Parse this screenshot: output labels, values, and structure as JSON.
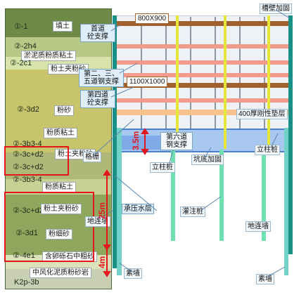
{
  "soil_layers": [
    {
      "code": "①-1",
      "name": "填土"
    },
    {
      "code": "②-2h4",
      "name": ""
    },
    {
      "code": "",
      "name": "淤泥质粉质粘土"
    },
    {
      "code": "②-2c1",
      "name": "粉土夹粉砂"
    },
    {
      "code": "②-3d2",
      "name": "粉砂"
    },
    {
      "code": "",
      "name": "粉质粘土"
    },
    {
      "code": "②-3b3-4",
      "name": ""
    },
    {
      "code": "②-3c+d2",
      "name": "粉土夹粉砂"
    },
    {
      "code": "②-3c+d2",
      "name": ""
    },
    {
      "code": "②-3b3-4",
      "name": "粉质粘土"
    },
    {
      "code": "②-3c+d2",
      "name": "粉土夹粉砂"
    },
    {
      "code": "②-3d1",
      "name": "粉细砂"
    },
    {
      "code": "②-4e1",
      "name": "含卵砾石中粗砂"
    },
    {
      "code": "",
      "name": "中风化泥质粉砂岩"
    },
    {
      "code": "K2p-3b",
      "name": ""
    }
  ],
  "plates": {
    "top_beam": "800X900",
    "mid_beam": "1100X1000"
  },
  "callouts": {
    "groove_wall": "槽壁加固",
    "support_1": "首道\n砼支撑",
    "support_235": "第二、三、\n五道钢支撑",
    "support_4": "第四道\n砼支撑",
    "cushion": "400厚刚性垫层",
    "support_6": "第六道\n钢支撑",
    "pile_column_right": "立柱桩",
    "pile_column_left": "立柱桩",
    "pit_bottom": "坑底加固",
    "shield": "格栅",
    "confined_water": "承压水层",
    "bored_pile": "灌注桩",
    "wall_left": "地连墙",
    "wall_right": "地连墙",
    "plain_wall_left": "素墙",
    "plain_wall_right": "素墙"
  },
  "dimensions": {
    "d1": "3.5m",
    "d2": "25m",
    "d3": "4m"
  },
  "colors": {
    "steel_strut": "#f29a8c",
    "concrete_beam": "#a0612f",
    "wall": "#1a8f86",
    "pile_yellow": "#e6e63a",
    "column": "#6fe0b0",
    "highlight_red": "#e4161c"
  }
}
